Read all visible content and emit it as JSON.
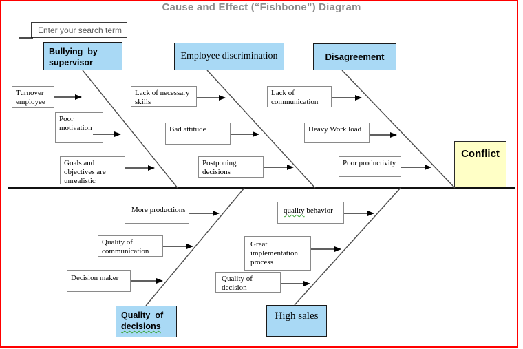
{
  "title": "Cause and Effect (“Fishbone”) Diagram",
  "search": {
    "value": "Enter your search term"
  },
  "effect": {
    "label": "Conflict"
  },
  "categories": {
    "bullying": {
      "label": "Bullying  by\nsupervisor"
    },
    "employee_discrimination": {
      "label": "Employee discrimination"
    },
    "disagreement": {
      "label": "Disagreement"
    },
    "quality_of_decisions": {
      "line1": "Quality  of",
      "marked": "decisions"
    },
    "high_sales": {
      "label": "High sales"
    }
  },
  "causes": {
    "turnover_employee": "Turnover employee",
    "poor_motivation": "Poor motivation",
    "goals_unrealistic": "Goals and objectives are unrealistic",
    "lack_necessary_skills": "Lack of necessary skills",
    "bad_attitude": "Bad attitude",
    "postponing_decisions": "Postponing decisions",
    "lack_of_communication": "Lack of communication",
    "heavy_work_load": "Heavy Work load",
    "poor_productivity": "Poor productivity",
    "more_productions": "More productions",
    "quality_of_communication": "Quality of communication",
    "decision_maker": "Decision maker",
    "quality_behavior": {
      "marked": "quality",
      "rest": " behavior"
    },
    "great_implementation": "Great implementation process",
    "quality_of_decision": "Quality of decision"
  },
  "colors": {
    "category_fill": "#a9d9f5",
    "effect_fill": "#ffffc6",
    "frame_red": "#ff0000",
    "title_gray": "#8c8c8c",
    "spellcheck_green": "#3aa335"
  }
}
